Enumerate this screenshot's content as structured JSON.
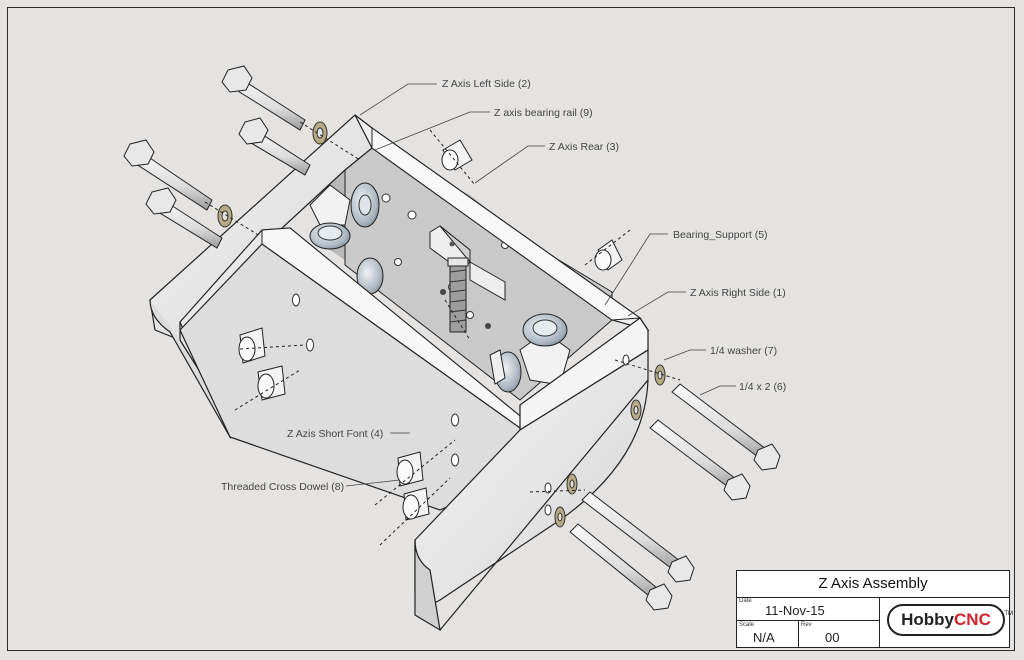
{
  "labels": {
    "left_side": "Z Axis Left Side (2)",
    "bearing_rail": "Z axis bearing rail (9)",
    "rear": "Z Axis Rear (3)",
    "bearing_support": "Bearing_Support (5)",
    "right_side": "Z Axis Right Side (1)",
    "washer": "1/4 washer (7)",
    "bolt": "1/4 x 2 (6)",
    "short_front": "Z Azis Short Font (4)",
    "dowel": "Threaded Cross Dowel (8)"
  },
  "title_block": {
    "title": "Z Axis Assembly",
    "date_label": "Date",
    "date": "11-Nov-15",
    "scale_label": "Scale",
    "scale": "N/A",
    "rev_label": "Rev",
    "rev": "00",
    "logo_main": "Hobby",
    "logo_accent": "CNC",
    "logo_tm": "TM"
  }
}
